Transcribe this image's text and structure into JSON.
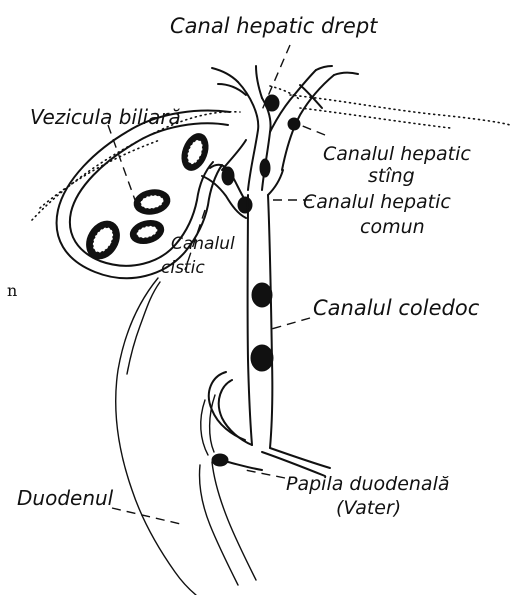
{
  "labels": {
    "hepatic_right": "Canal hepatic drept",
    "gallbladder": "Vezicula biliară",
    "hepatic_left_1": "Canalul hepatic",
    "hepatic_left_2": "stîng",
    "hepatic_common_1": "Canalul hepatic",
    "hepatic_common_2": "comun",
    "cystic_1": "Canalul",
    "cystic_2": "cistic",
    "stray_letter": "n",
    "common_bile": "Canalul coledoc",
    "duodenum": "Duodenul",
    "papilla_1": "Papila duodenală",
    "papilla_2": "(Vater)"
  }
}
